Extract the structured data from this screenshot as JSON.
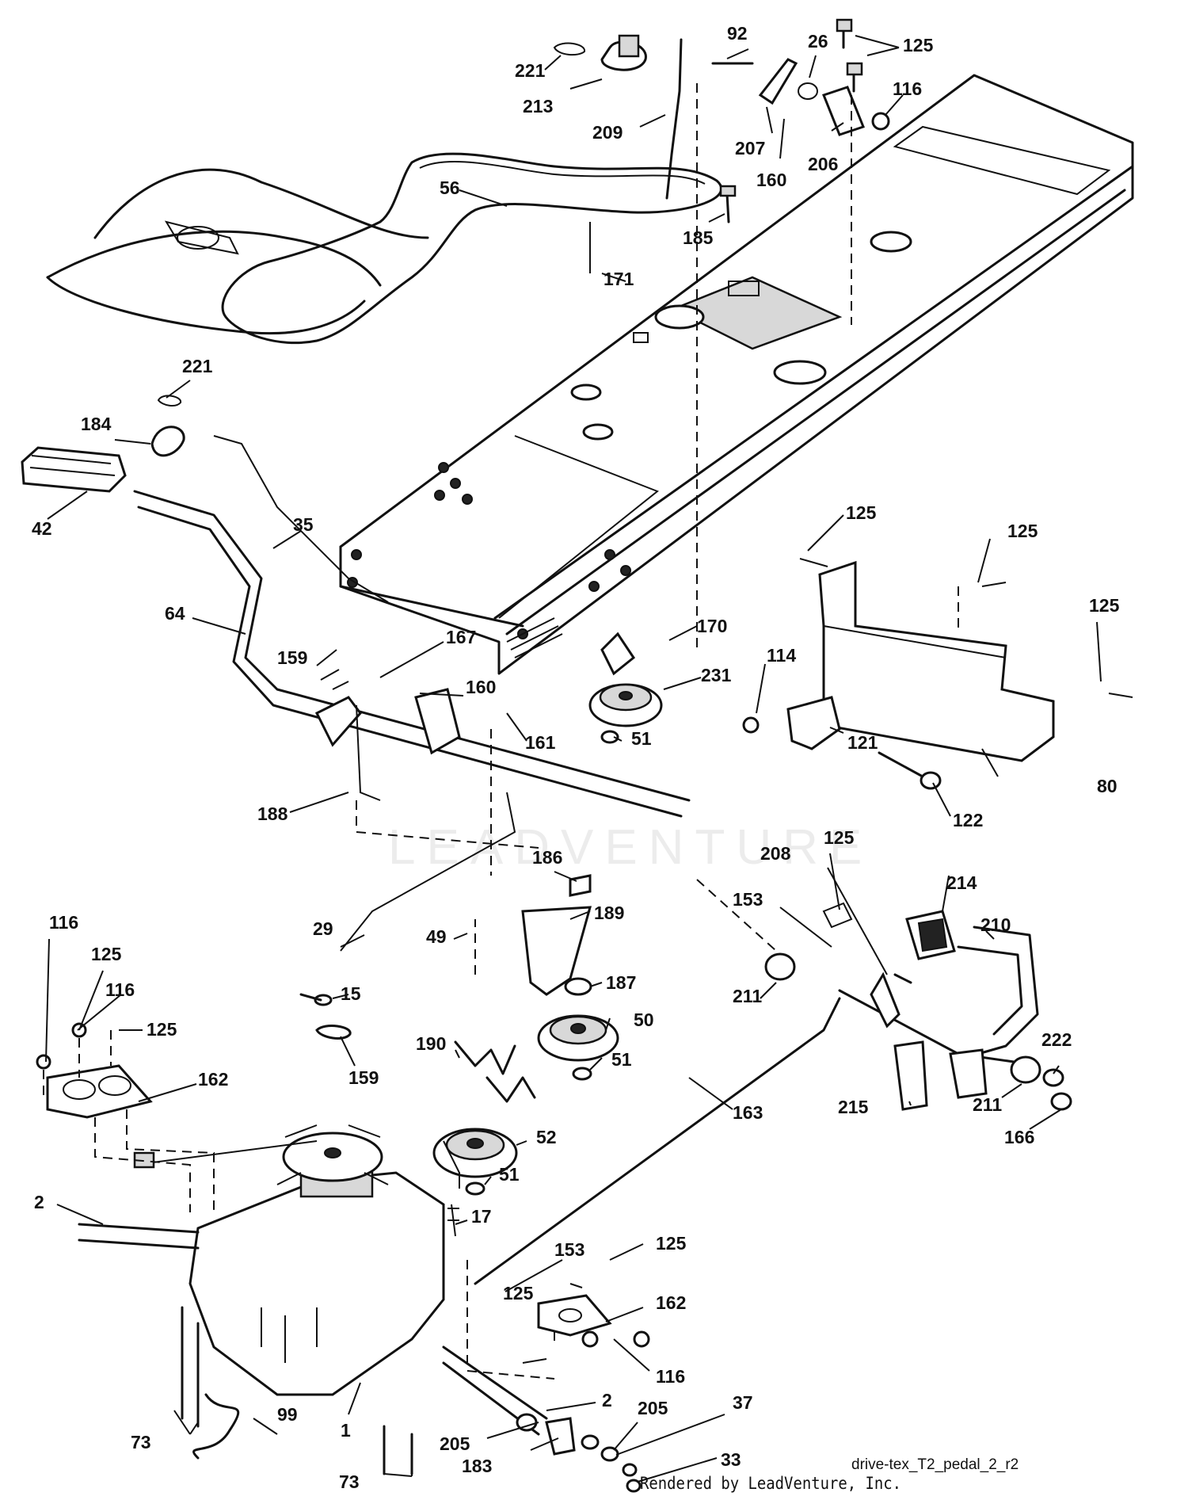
{
  "diagram": {
    "file_id": "drive-tex_T2_pedal_2_r2",
    "credit": "Rendered by LeadVenture, Inc.",
    "watermark": "LEADVENTURE",
    "callouts": [
      {
        "id": "221a",
        "text": "221"
      },
      {
        "id": "213",
        "text": "213"
      },
      {
        "id": "209",
        "text": "209"
      },
      {
        "id": "92",
        "text": "92"
      },
      {
        "id": "26",
        "text": "26"
      },
      {
        "id": "125a",
        "text": "125"
      },
      {
        "id": "116a",
        "text": "116"
      },
      {
        "id": "207",
        "text": "207"
      },
      {
        "id": "160a",
        "text": "160"
      },
      {
        "id": "206",
        "text": "206"
      },
      {
        "id": "56",
        "text": "56"
      },
      {
        "id": "185",
        "text": "185"
      },
      {
        "id": "171",
        "text": "171"
      },
      {
        "id": "221b",
        "text": "221"
      },
      {
        "id": "184",
        "text": "184"
      },
      {
        "id": "42",
        "text": "42"
      },
      {
        "id": "35",
        "text": "35"
      },
      {
        "id": "64",
        "text": "64"
      },
      {
        "id": "167",
        "text": "167"
      },
      {
        "id": "159a",
        "text": "159"
      },
      {
        "id": "160b",
        "text": "160"
      },
      {
        "id": "170",
        "text": "170"
      },
      {
        "id": "231",
        "text": "231"
      },
      {
        "id": "161",
        "text": "161"
      },
      {
        "id": "51a",
        "text": "51"
      },
      {
        "id": "188",
        "text": "188"
      },
      {
        "id": "125b",
        "text": "125"
      },
      {
        "id": "125c",
        "text": "125"
      },
      {
        "id": "125d",
        "text": "125"
      },
      {
        "id": "114",
        "text": "114"
      },
      {
        "id": "121",
        "text": "121"
      },
      {
        "id": "80",
        "text": "80"
      },
      {
        "id": "122",
        "text": "122"
      },
      {
        "id": "186",
        "text": "186"
      },
      {
        "id": "189",
        "text": "189"
      },
      {
        "id": "49",
        "text": "49"
      },
      {
        "id": "187",
        "text": "187"
      },
      {
        "id": "50",
        "text": "50"
      },
      {
        "id": "51b",
        "text": "51"
      },
      {
        "id": "29",
        "text": "29"
      },
      {
        "id": "15",
        "text": "15"
      },
      {
        "id": "159b",
        "text": "159"
      },
      {
        "id": "190",
        "text": "190"
      },
      {
        "id": "52",
        "text": "52"
      },
      {
        "id": "51c",
        "text": "51"
      },
      {
        "id": "17",
        "text": "17"
      },
      {
        "id": "125e",
        "text": "125"
      },
      {
        "id": "208",
        "text": "208"
      },
      {
        "id": "214",
        "text": "214"
      },
      {
        "id": "210",
        "text": "210"
      },
      {
        "id": "153a",
        "text": "153"
      },
      {
        "id": "211a",
        "text": "211"
      },
      {
        "id": "222",
        "text": "222"
      },
      {
        "id": "211b",
        "text": "211"
      },
      {
        "id": "215",
        "text": "215"
      },
      {
        "id": "166",
        "text": "166"
      },
      {
        "id": "163",
        "text": "163"
      },
      {
        "id": "116b",
        "text": "116"
      },
      {
        "id": "125f",
        "text": "125"
      },
      {
        "id": "116c",
        "text": "116"
      },
      {
        "id": "125g",
        "text": "125"
      },
      {
        "id": "162a",
        "text": "162"
      },
      {
        "id": "2a",
        "text": "2"
      },
      {
        "id": "153b",
        "text": "153"
      },
      {
        "id": "125h",
        "text": "125"
      },
      {
        "id": "125i",
        "text": "125"
      },
      {
        "id": "162b",
        "text": "162"
      },
      {
        "id": "116d",
        "text": "116"
      },
      {
        "id": "2b",
        "text": "2"
      },
      {
        "id": "99",
        "text": "99"
      },
      {
        "id": "1",
        "text": "1"
      },
      {
        "id": "205a",
        "text": "205"
      },
      {
        "id": "205b",
        "text": "205"
      },
      {
        "id": "37",
        "text": "37"
      },
      {
        "id": "73a",
        "text": "73"
      },
      {
        "id": "183",
        "text": "183"
      },
      {
        "id": "33",
        "text": "33"
      },
      {
        "id": "73b",
        "text": "73"
      }
    ]
  }
}
